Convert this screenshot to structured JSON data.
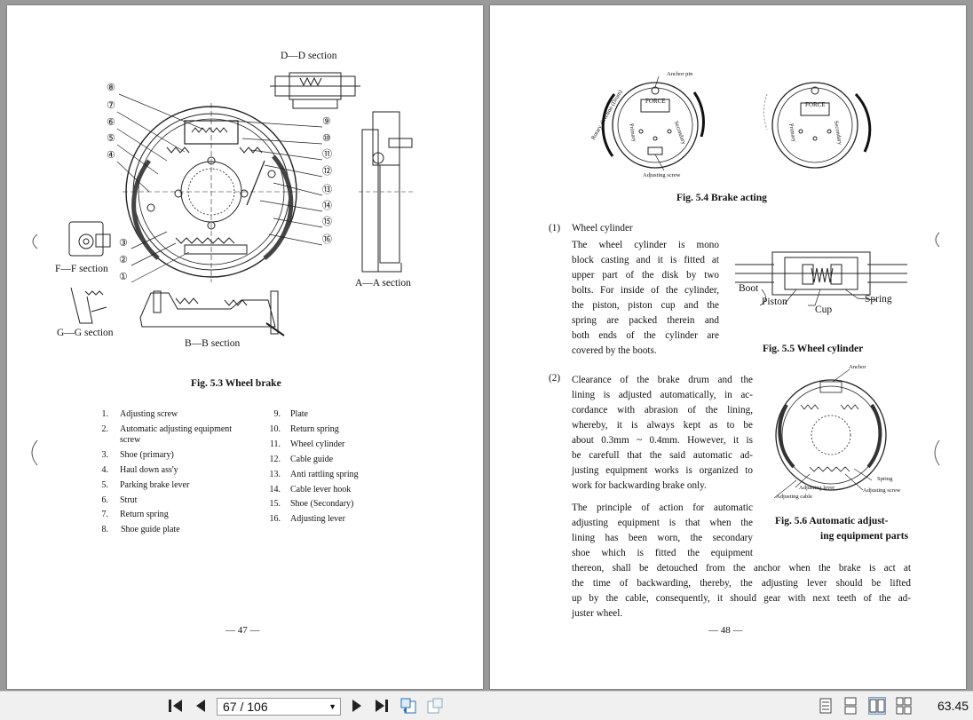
{
  "left_page": {
    "diagram_labels": {
      "dd": "D—D  section",
      "ff": "F—F  section",
      "gg": "G—G  section",
      "bb": "B—B  section",
      "aa": "A—A  section",
      "callouts": [
        "⑧",
        "⑦",
        "⑥",
        "⑤",
        "④",
        "③",
        "②",
        "①",
        "⑨",
        "⑩",
        "⑪",
        "⑫",
        "⑬",
        "⑭",
        "⑮",
        "⑯"
      ]
    },
    "caption": "Fig.  5.3    Wheel  brake",
    "parts_col1": [
      {
        "n": "1.",
        "t": "Adjusting  screw"
      },
      {
        "n": "2.",
        "t": "Automatic  adjusting  equipment"
      },
      {
        "n": "",
        "t": "screw"
      },
      {
        "n": "3.",
        "t": "Shoe  (primary)"
      },
      {
        "n": "4.",
        "t": "Haul  down  ass'y"
      },
      {
        "n": "5.",
        "t": "Parking  brake  lever"
      },
      {
        "n": "6.",
        "t": "Strut"
      },
      {
        "n": "7.",
        "t": "Return  spring"
      },
      {
        "n": "8.",
        "t": "Shoe  guide  plate"
      }
    ],
    "parts_col2": [
      {
        "n": "9.",
        "t": "Plate"
      },
      {
        "n": "10.",
        "t": "Return  spring"
      },
      {
        "n": "11.",
        "t": "Wheel  cylinder"
      },
      {
        "n": "12.",
        "t": "Cable  guide"
      },
      {
        "n": "13.",
        "t": "Anti  rattling  spring"
      },
      {
        "n": "14.",
        "t": "Cable  lever  hook"
      },
      {
        "n": "15.",
        "t": "Shoe  (Secondary)"
      },
      {
        "n": "16.",
        "t": "Adjusting  lever"
      }
    ],
    "page_number": "—  47  —"
  },
  "right_page": {
    "fig54": {
      "anchor_pin": "Anchor pin",
      "rotary": "Rotary direction (Drum)",
      "force": "FORCE",
      "primary": "Primary",
      "secondary": "Secondary",
      "adjusting_screw": "Adjusting screw",
      "caption": "Fig.  5.4    Brake  acting"
    },
    "section1": {
      "marker": "(1)",
      "heading": "Wheel  cylinder",
      "lines": [
        "The  wheel  cylinder  is  mono",
        "block  casting  and  it  is  fitted  at",
        "upper  part  of  the  disk  by  two",
        "bolts.  For  inside  of  the  cylinder,",
        "the  piston,  piston  cup  and  the",
        "spring  are  packed  therein  and",
        "both  ends  of  the  cylinder  are",
        "covered  by  the  boots."
      ]
    },
    "fig55": {
      "boot": "Boot",
      "piston": "Piston",
      "cup": "Cup",
      "spring": "Spring",
      "caption": "Fig.  5.5    Wheel  cylinder"
    },
    "section2": {
      "marker": "(2)",
      "lines": [
        "Clearance  of  the  brake  drum  and  the",
        "lining  is  adjusted  automatically,  in  ac-",
        "cordance  with  abrasion  of  the  lining,",
        "whereby,  it  is  always  kept  as  to  be",
        "about  0.3mm  ~  0.4mm.  However,  it  is",
        "be  carefull  that  the  said  automatic  ad-",
        "justing  equipment  works  is  organized  to",
        "work  for  backwarding  brake  only."
      ],
      "para2_lines": [
        "The  principle  of  action  for  automatic",
        "adjusting  equipment  is  that  when  the",
        "lining  has  been  worn,  the  secondary",
        "shoe  which  is  fitted  the  equipment"
      ],
      "para2_full": [
        "thereon,  shall  be  detouched  from  the  anchor  when  the  brake  is  act  at",
        "the  time  of  backwarding,  thereby,  the  adjusting  lever  should  be  lifted",
        "up  by  the  cable,  consequently,  it  should  gear  with  next  teeth  of  the  ad-",
        "juster  wheel."
      ]
    },
    "fig56": {
      "anchor": "Anchor",
      "spring": "Spring",
      "adjusting_lever": "Adjusting lever",
      "adjusting_screw": "Adjusting screw",
      "adjusting_cable": "Adjusting cable",
      "caption_line1": "Fig.  5.6   Automatic  adjust-",
      "caption_line2": "ing  equipment  parts"
    },
    "page_number": "—  48  —"
  },
  "toolbar": {
    "page_indicator": "67 / 106",
    "zoom": "63.45"
  }
}
